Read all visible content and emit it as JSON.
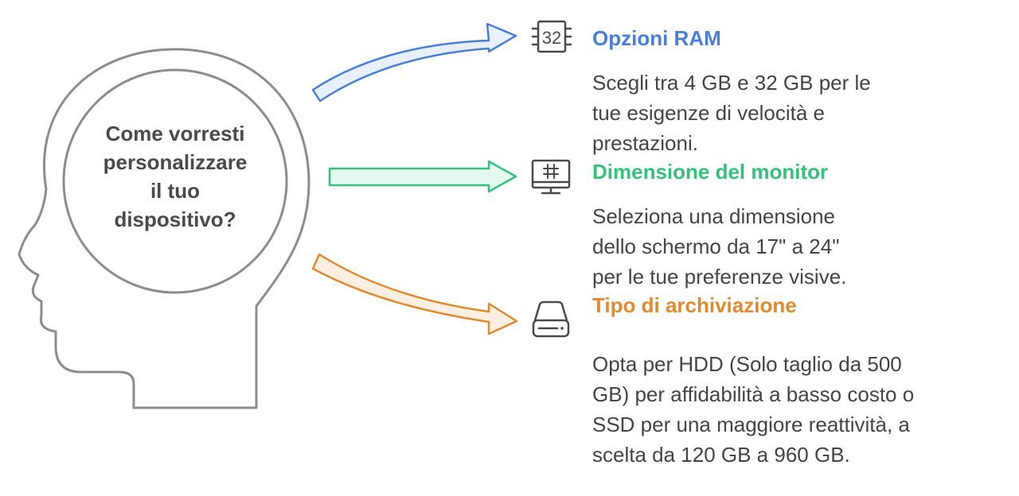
{
  "question": {
    "lines": [
      "Come vorresti",
      "personalizzare",
      "il tuo",
      "dispositivo?"
    ]
  },
  "colors": {
    "outline": "#8c8c8c",
    "text": "#4a4a4a",
    "ram": "#4a7fd9",
    "monitor": "#35c07c",
    "storage": "#e08a2e"
  },
  "options": [
    {
      "id": "ram",
      "icon": "chip-32-icon",
      "icon_text": "32",
      "title": "Opzioni RAM",
      "lines": [
        "Scegli tra 4 GB e 32 GB per le",
        "tue esigenze di velocità e",
        "prestazioni."
      ]
    },
    {
      "id": "monitor",
      "icon": "monitor-icon",
      "title": "Dimensione del monitor",
      "lines": [
        "Seleziona una dimensione",
        "dello schermo da 17\" a 24\"",
        "per le tue preferenze visive."
      ]
    },
    {
      "id": "storage",
      "icon": "hard-drive-icon",
      "title": "Tipo di archiviazione",
      "lines": [
        "Opta per HDD (Solo taglio da 500",
        "GB)  per affidabilità a basso costo o",
        "SSD per una maggiore reattività, a",
        "scelta da 120 GB a 960 GB."
      ]
    }
  ]
}
